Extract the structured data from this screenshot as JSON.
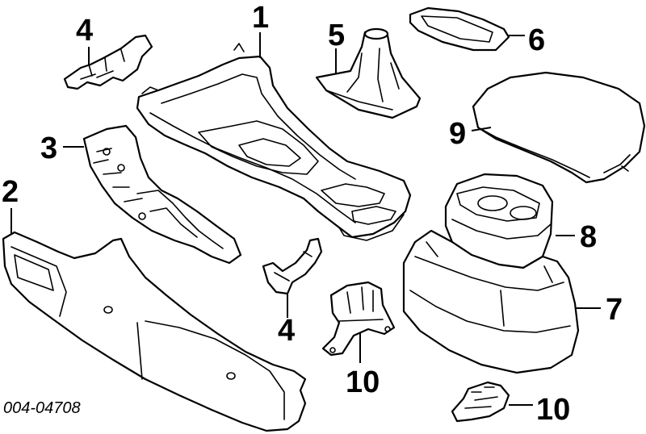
{
  "diagram": {
    "callouts": {
      "c1": "1",
      "c2": "2",
      "c3": "3",
      "c4_top": "4",
      "c4_bottom": "4",
      "c5": "5",
      "c6": "6",
      "c7": "7",
      "c8": "8",
      "c9": "9",
      "c10_middle": "10",
      "c10_bottom": "10"
    },
    "reference_code": "004-04708"
  }
}
